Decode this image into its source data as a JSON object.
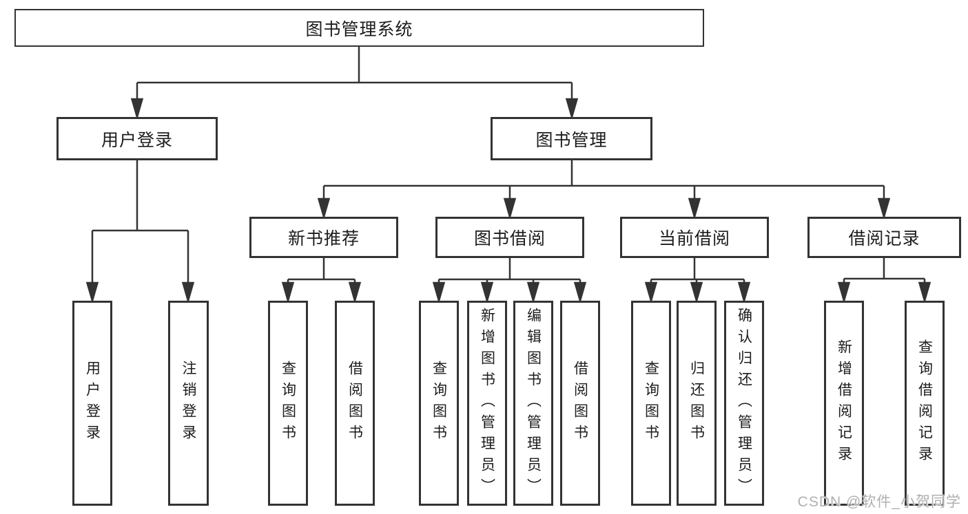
{
  "diagram": {
    "root": {
      "label": "图书管理系统"
    },
    "branches": [
      {
        "label": "用户登录",
        "children": [
          "用户登录",
          "注销登录"
        ]
      },
      {
        "label": "图书管理",
        "groups": [
          {
            "label": "新书推荐",
            "children": [
              "查询图书",
              "借阅图书"
            ]
          },
          {
            "label": "图书借阅",
            "children": [
              "查询图书",
              "新增图书（管理员）",
              "编辑图书（管理员）",
              "借阅图书"
            ]
          },
          {
            "label": "当前借阅",
            "children": [
              "查询图书",
              "归还图书",
              "确认归还（管理员）"
            ]
          },
          {
            "label": "借阅记录",
            "children": [
              "新增借阅记录",
              "查询借阅记录"
            ]
          }
        ]
      }
    ]
  },
  "watermark": {
    "text": "CSDN @软件_小贺同学"
  },
  "colors": {
    "line": "#333333",
    "box_border": "#333333",
    "text": "#1c1c1c",
    "watermark": "#b0b0b0",
    "background": "#ffffff"
  }
}
